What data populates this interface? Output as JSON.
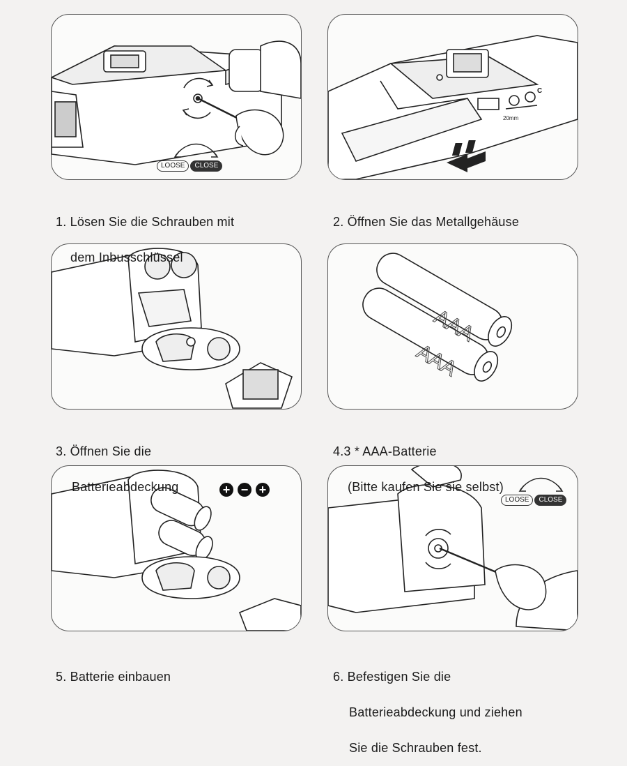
{
  "steps": [
    {
      "line1": "1. Lösen Sie die Schrauben mit",
      "line2": "dem Inbusschlüssel",
      "line3": ""
    },
    {
      "line1": "2. Öffnen Sie das Metallgehäuse",
      "line2": "",
      "line3": ""
    },
    {
      "line1": "3. Öffnen Sie die",
      "line2": "Batterieabdeckung",
      "line3": ""
    },
    {
      "line1": "4.3 * AAA-Batterie",
      "line2": "(Bitte kaufen Sie sie selbst)",
      "line3": ""
    },
    {
      "line1": "5. Batterie einbauen",
      "line2": "",
      "line3": ""
    },
    {
      "line1": "6. Befestigen Sie die",
      "line2": "Batterieabdeckung und ziehen",
      "line3": "Sie die Schrauben fest."
    }
  ],
  "badges": {
    "loose": "LOOSE",
    "close": "CLOSE"
  },
  "battery_label": "AAA",
  "dimension_label": "20mm",
  "panel2_letter": "C",
  "polarity": {
    "plus": "+",
    "minus": "−"
  },
  "icons": {
    "rotate": "rotate-arrow-icon",
    "push": "push-arrow-icon"
  }
}
